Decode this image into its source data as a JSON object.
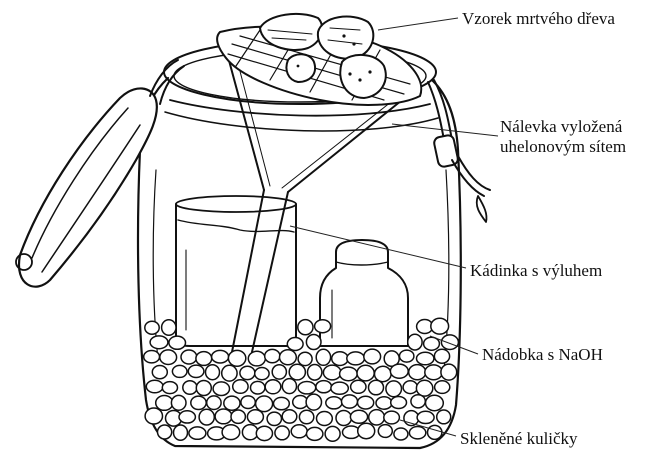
{
  "labels": {
    "dead_wood_sample": "Vzorek mrtvého dřeva",
    "funnel_line1": "Nálevka vyložená",
    "funnel_line2": "uhelonovým sítem",
    "beaker": "Kádinka s výluhem",
    "naoh_container": "Nádobka s NaOH",
    "glass_beads": "Skleněné kuličky"
  },
  "colors": {
    "ink": "#111111",
    "background": "#ffffff"
  }
}
